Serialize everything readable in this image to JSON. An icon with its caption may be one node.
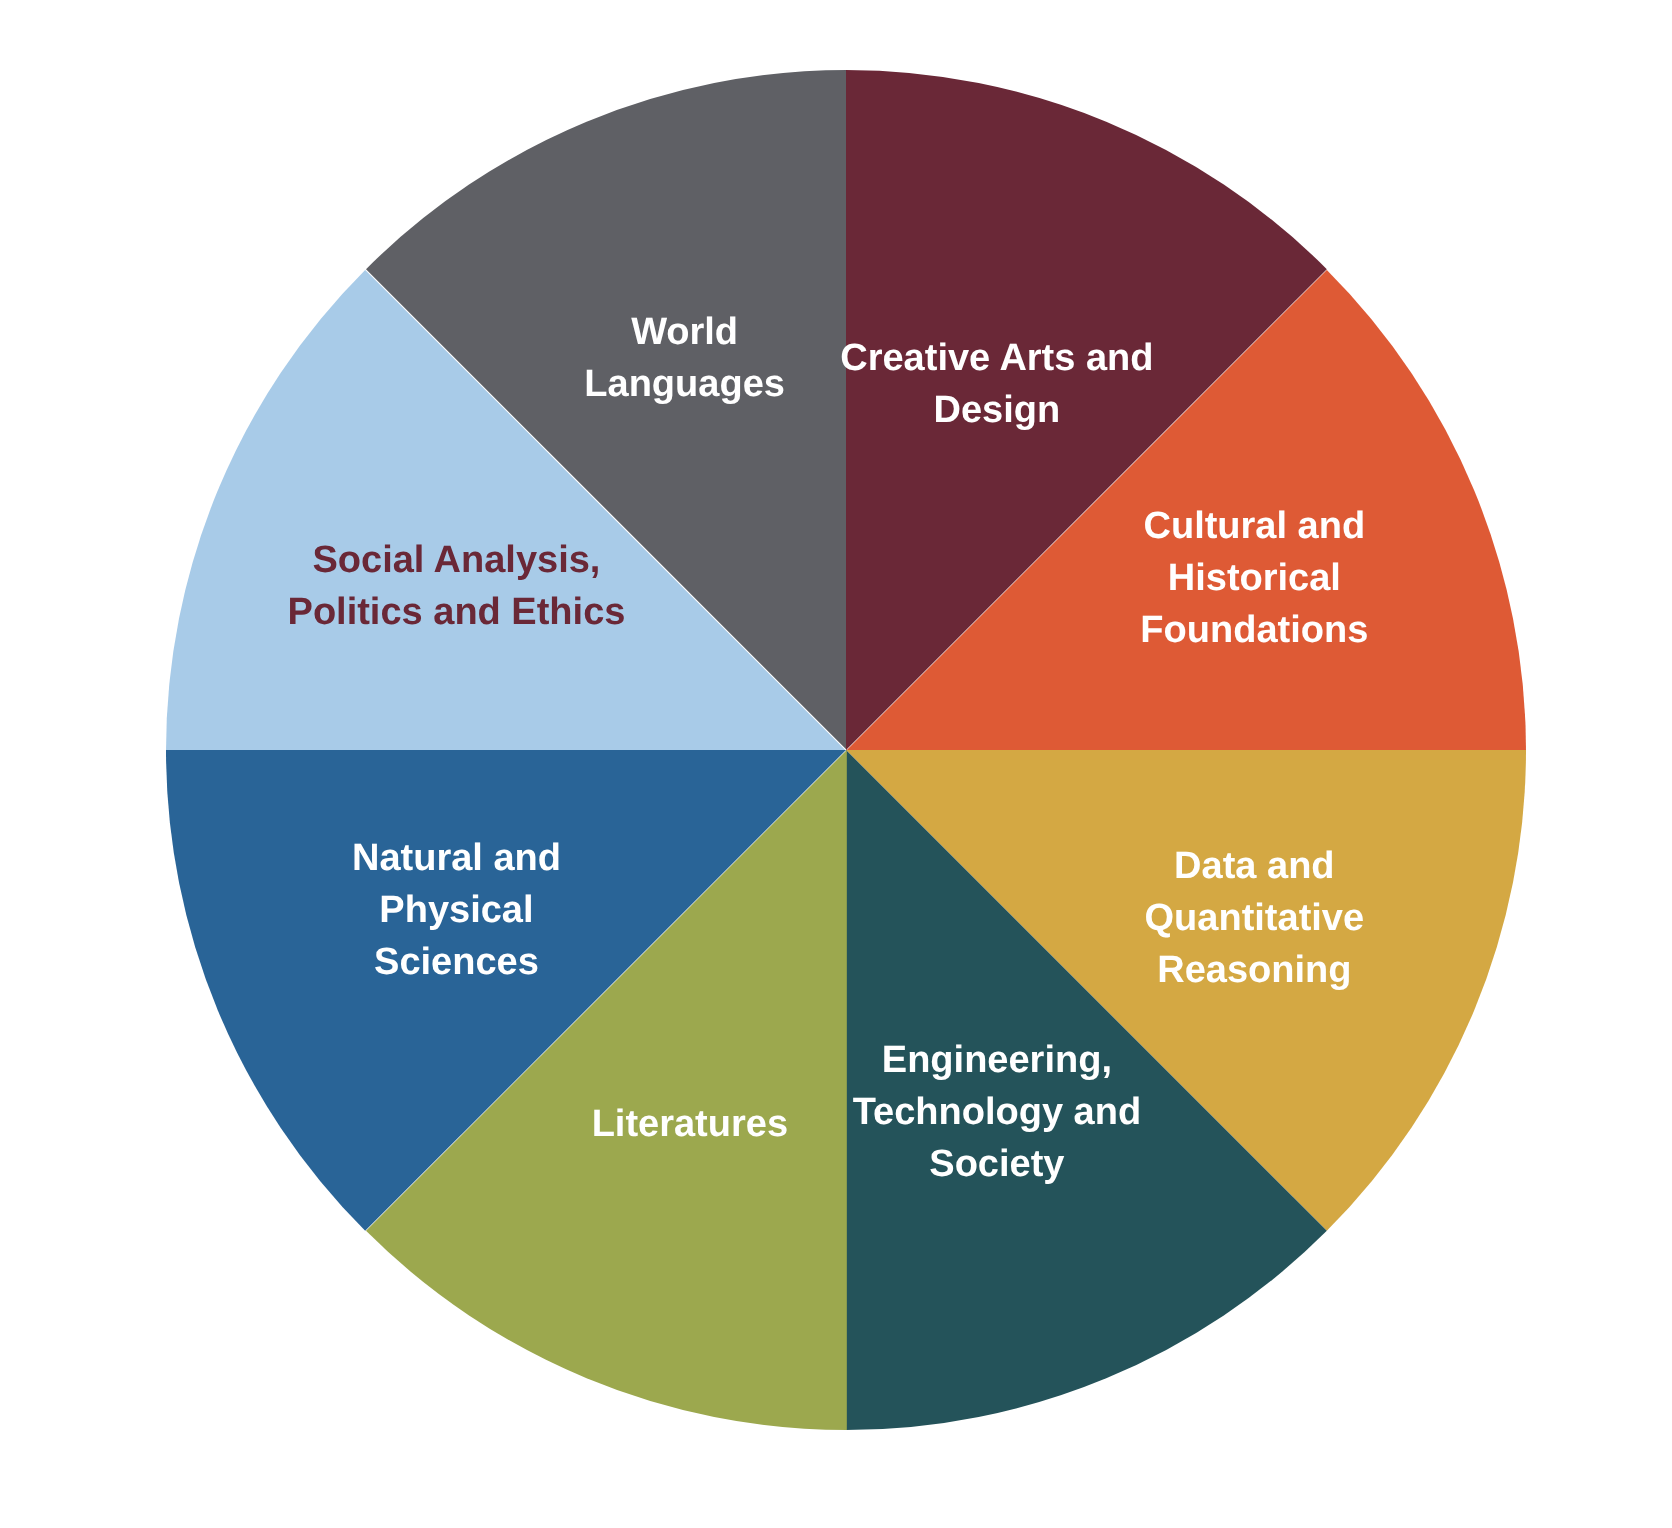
{
  "diagram": {
    "nodes": [
      {
        "text": [
          "World Languages"
        ]
      },
      {
        "text": [
          "Creative Arts and Design"
        ]
      },
      {
        "text": [
          "Cultural and Historical Foundations"
        ]
      },
      {
        "text": [
          "Social Analysis, Politics and Ethics"
        ]
      },
      {
        "text": [
          "Natural and Physical Sciences"
        ]
      },
      {
        "text": [
          "Data and Quantitative Reasoning"
        ]
      },
      {
        "text": [
          "Engineering, Technology and Society"
        ]
      },
      {
        "text": [
          "Literatures"
        ]
      }
    ]
  }
}
